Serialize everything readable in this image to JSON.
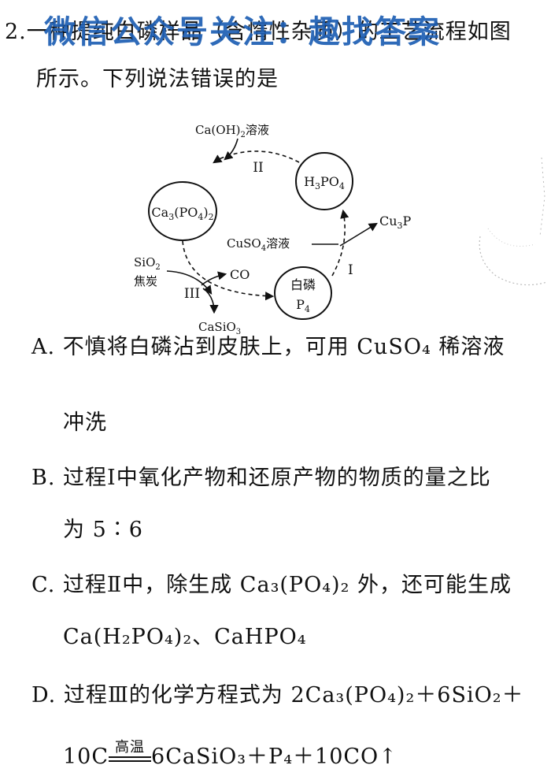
{
  "question": {
    "number": "2.",
    "stem_line1": "一种提纯白磷样品（含惰性杂质）的工艺流程如图",
    "stem_line2": "所示。下列说法错误的是"
  },
  "watermark": "微信公众号关注：趣找答案",
  "diagram": {
    "nodes": {
      "ca3po42": "Ca3(PO4)2",
      "h3po4": "H3PO4",
      "p4_name": "白磷",
      "p4_formula": "P4"
    },
    "labels": {
      "caoh2_solution": "Ca(OH)2溶液",
      "cuso4_solution": "CuSO4溶液",
      "cu3p": "Cu3P",
      "sio2": "SiO2",
      "coke": "焦炭",
      "co": "CO",
      "casio3": "CaSiO3",
      "step1": "I",
      "step2": "II",
      "step3": "III"
    }
  },
  "options": {
    "A": {
      "letter": "A.",
      "line1": "不慎将白磷沾到皮肤上，可用 CuSO₄ 稀溶液",
      "line2": "冲洗"
    },
    "B": {
      "letter": "B.",
      "line1": "过程Ⅰ中氧化产物和还原产物的物质的量之比",
      "line2": "为 5∶6"
    },
    "C": {
      "letter": "C.",
      "line1": "过程Ⅱ中，除生成 Ca₃(PO₄)₂ 外，还可能生成",
      "line2": "Ca(H₂PO₄)₂、CaHPO₄"
    },
    "D": {
      "letter": "D.",
      "line1": "过程Ⅲ的化学方程式为 2Ca₃(PO₄)₂＋6SiO₂＋",
      "line2_left": "10C",
      "condition": "高温",
      "line2_right": "6CaSiO₃＋P₄＋10CO↑"
    }
  },
  "colors": {
    "watermark": "#1e5fb4",
    "text": "#111111"
  }
}
